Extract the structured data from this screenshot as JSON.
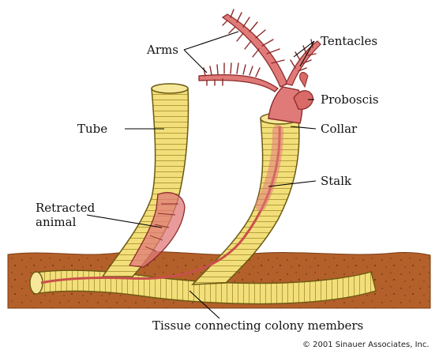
{
  "labels": {
    "arms": "Arms",
    "tentacles": "Tentacles",
    "proboscis": "Proboscis",
    "tube": "Tube",
    "collar": "Collar",
    "stalk": "Stalk",
    "retracted_line1": "Retracted",
    "retracted_line2": "animal",
    "tissue": "Tissue connecting colony members"
  },
  "copyright": "© 2001 Sinauer Associates, Inc.",
  "colors": {
    "sediment": "#b4602a",
    "tube_yellow": "#f3df7a",
    "tube_outline": "#6b5a12",
    "animal_pink": "#e07a78",
    "animal_outline": "#8a2a2a"
  }
}
